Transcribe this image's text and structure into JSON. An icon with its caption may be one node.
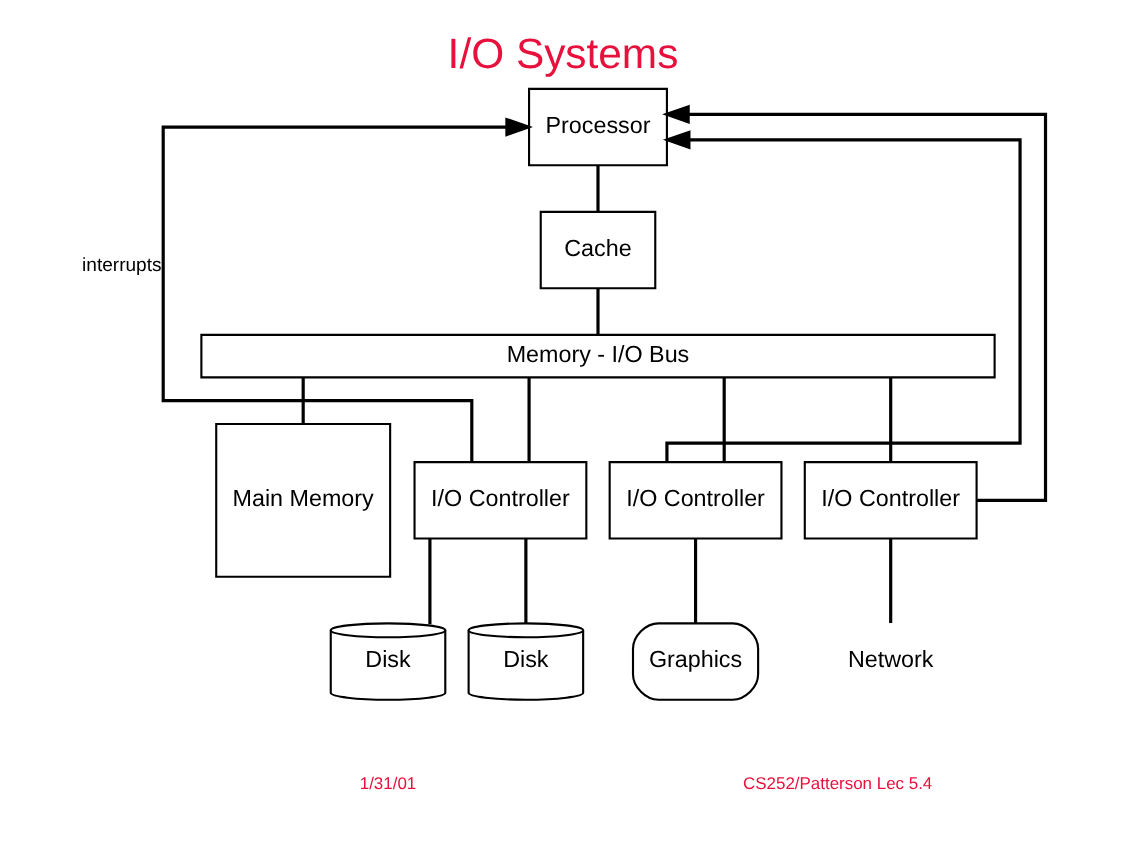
{
  "diagram": {
    "title": "I/O Systems",
    "nodes": [
      {
        "text": [
          "Processor"
        ]
      },
      {
        "text": [
          "Cache"
        ]
      },
      {
        "text": [
          "Memory - I/O Bus"
        ]
      },
      {
        "text": [
          "Main Memory"
        ]
      },
      {
        "text": [
          "I/O Controller"
        ]
      },
      {
        "text": [
          "I/O Controller"
        ]
      },
      {
        "text": [
          "I/O Controller"
        ]
      },
      {
        "text": [
          "Disk"
        ]
      },
      {
        "text": [
          "Disk"
        ]
      },
      {
        "text": [
          "Graphics"
        ]
      },
      {
        "text": [
          "Network"
        ]
      }
    ],
    "edges": [
      {
        "from": 0,
        "to": 1,
        "arrow": "none"
      },
      {
        "from": 1,
        "to": 2,
        "arrow": "none"
      },
      {
        "from": 2,
        "to": 3,
        "arrow": "none"
      },
      {
        "from": 2,
        "to": 4,
        "arrow": "none"
      },
      {
        "from": 2,
        "to": 5,
        "arrow": "none"
      },
      {
        "from": 2,
        "to": 6,
        "arrow": "none"
      },
      {
        "from": 4,
        "to": 7,
        "arrow": "none"
      },
      {
        "from": 4,
        "to": 8,
        "arrow": "none"
      },
      {
        "from": 5,
        "to": 9,
        "arrow": "none"
      },
      {
        "from": 6,
        "to": 10,
        "arrow": "none"
      },
      {
        "from": 4,
        "to": 0,
        "arrow": "to",
        "label": "interrupts"
      },
      {
        "from": 5,
        "to": 0,
        "arrow": "to"
      },
      {
        "from": 6,
        "to": 0,
        "arrow": "to"
      }
    ],
    "labels": [
      "1/31/01",
      "CS252/Patterson Lec 5.4"
    ]
  }
}
